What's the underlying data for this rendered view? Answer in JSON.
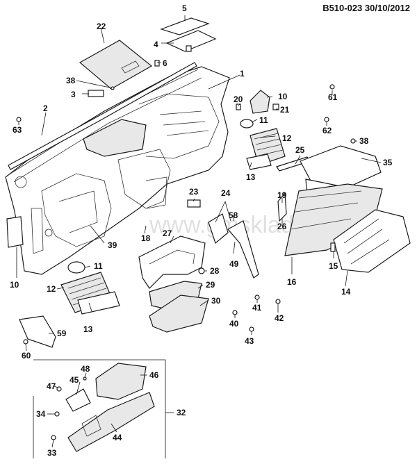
{
  "header": {
    "code": "B510-023",
    "date": "30/10/2012"
  },
  "watermark": "www.gmsklad.ru",
  "callouts": [
    "1",
    "2",
    "3",
    "4",
    "5",
    "6",
    "10",
    "10",
    "11",
    "11",
    "12",
    "12",
    "13",
    "13",
    "14",
    "15",
    "16",
    "18",
    "20",
    "21",
    "22",
    "23",
    "24",
    "25",
    "26",
    "27",
    "28",
    "29",
    "30",
    "32",
    "33",
    "34",
    "35",
    "38",
    "38",
    "39",
    "40",
    "41",
    "42",
    "43",
    "44",
    "45",
    "46",
    "47",
    "48",
    "49",
    "58",
    "59",
    "60",
    "61",
    "62",
    "63"
  ]
}
